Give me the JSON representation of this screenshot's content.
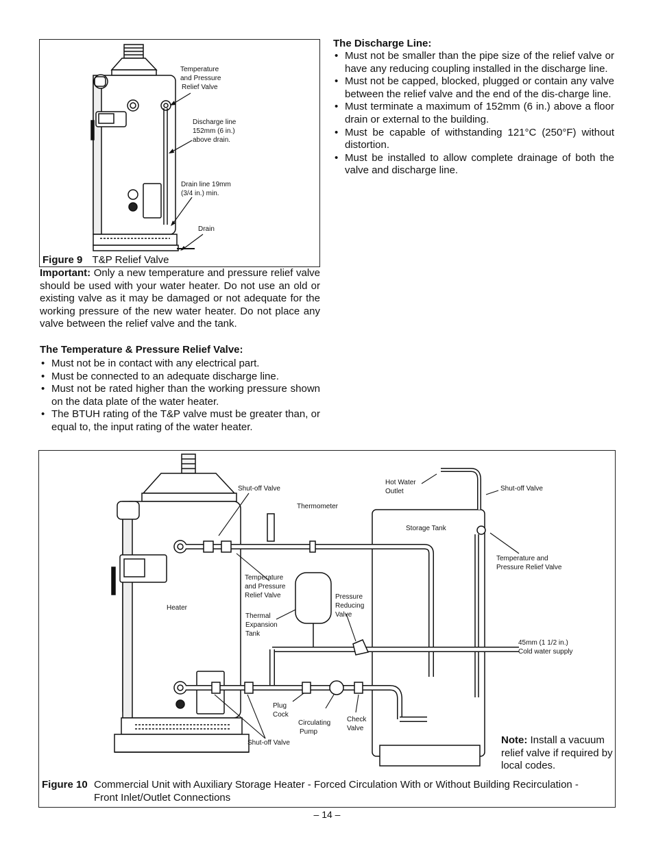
{
  "fig9": {
    "labels": {
      "tp_valve": [
        "Temperature",
        "and Pressure",
        "Relief Valve"
      ],
      "discharge": [
        "Discharge line",
        "152mm (6 in.)",
        "above drain."
      ],
      "drain_line": [
        "Drain line 19mm",
        "(3/4 in.) min."
      ],
      "drain": "Drain"
    },
    "caption_num": "Figure 9",
    "caption_text": "T&P Relief Valve"
  },
  "important": {
    "lead": "Important:",
    "text": " Only a new temperature and pressure relief valve should be used with your water heater. Do not use an old or existing valve as it may be damaged or not adequate for the working pressure of the new water heater. Do not place any valve between the relief valve and the tank."
  },
  "tp_section": {
    "heading": "The Temperature & Pressure Relief Valve:",
    "items": [
      "Must not be in contact with any electrical part.",
      "Must be connected to an adequate discharge line.",
      "Must not be rated higher than the working pressure shown on the data plate of the water heater.",
      "The BTUH rating of the T&P valve must be greater than, or equal to, the input rating of the water heater."
    ]
  },
  "discharge_section": {
    "heading": "The Discharge Line:",
    "items": [
      "Must not be smaller than the pipe size of the relief valve or have any reducing coupling installed in the discharge line.",
      "Must not be capped, blocked, plugged or contain any valve between the relief valve and the end of the dis-charge line.",
      "Must terminate a maximum of 152mm (6 in.) above a floor drain or external to the building.",
      "Must be capable of withstanding 121°C (250°F) without distortion.",
      "Must be installed to allow complete drainage of both the valve and discharge line."
    ]
  },
  "fig10": {
    "labels": {
      "shutoff_top": "Shut-off Valve",
      "thermometer": "Thermometer",
      "hot_water": [
        "Hot Water",
        "Outlet"
      ],
      "shutoff_right": "Shut-off Valve",
      "storage_tank": "Storage Tank",
      "tp_left": [
        "Temperature",
        "and Pressure",
        "Relief Valve"
      ],
      "tp_right": [
        "Temperature and",
        "Pressure Relief Valve"
      ],
      "heater": "Heater",
      "thermal": [
        "Thermal",
        "Expansion",
        "Tank"
      ],
      "prv": [
        "Pressure",
        "Reducing",
        "Valve"
      ],
      "cold": [
        "45mm (1 1/2 in.)",
        "Cold water supply"
      ],
      "plug_cock": [
        "Plug",
        "Cock"
      ],
      "circ_pump": [
        "Circulating",
        "Pump"
      ],
      "check_valve": [
        "Check",
        "Valve"
      ],
      "shutoff_bottom": "Shut-off Valve"
    },
    "note_lead": "Note:",
    "note_text": " Install a vacuum relief valve if required by local codes.",
    "caption_num": "Figure 10",
    "caption_text_1": "Commercial Unit with Auxiliary Storage Heater - Forced Circulation With or Without Building Recirculation -",
    "caption_text_2": "Front Inlet/Outlet Connections"
  },
  "page_number": "– 14 –"
}
